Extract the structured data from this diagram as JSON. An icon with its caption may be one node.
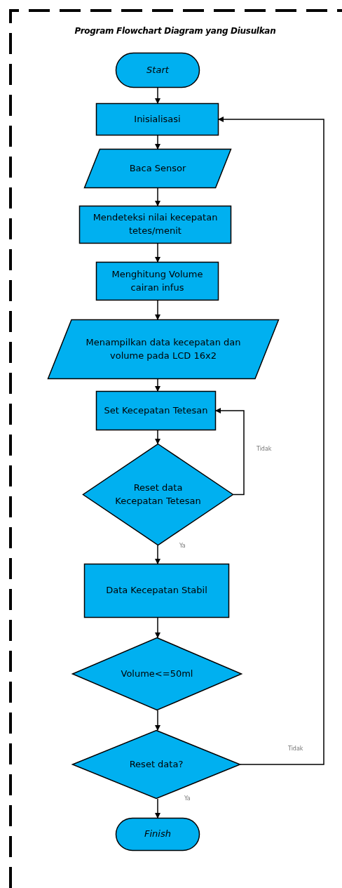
{
  "diagram": {
    "title": "Program Flowchart Diagram yang Diusulkan",
    "nodes": [
      {
        "text": [
          "Start"
        ]
      },
      {
        "text": [
          "Inisialisasi"
        ]
      },
      {
        "text": [
          "Baca Sensor"
        ]
      },
      {
        "text": [
          "Mendeteksi nilai kecepatan tetes/menit"
        ]
      },
      {
        "text": [
          "Menghitung Volume cairan infus"
        ]
      },
      {
        "text": [
          "Menampilkan data kecepatan dan volume pada LCD 16x2"
        ]
      },
      {
        "text": [
          "Set Kecepatan Tetesan"
        ]
      },
      {
        "text": [
          "Reset data Kecepatan Tetesan"
        ]
      },
      {
        "text": [
          "Data Kecepatan Stabil"
        ]
      },
      {
        "text": [
          "Volume<=50ml"
        ]
      },
      {
        "text": [
          "Reset data?"
        ]
      },
      {
        "text": [
          "Finish"
        ]
      }
    ],
    "edges": [
      {
        "from": 0,
        "to": 1,
        "arrow": "to"
      },
      {
        "from": 1,
        "to": 2,
        "arrow": "to"
      },
      {
        "from": 2,
        "to": 3,
        "arrow": "to"
      },
      {
        "from": 3,
        "to": 4,
        "arrow": "to"
      },
      {
        "from": 4,
        "to": 5,
        "arrow": "to"
      },
      {
        "from": 5,
        "to": 6,
        "arrow": "to"
      },
      {
        "from": 6,
        "to": 7,
        "arrow": "to"
      },
      {
        "from": 7,
        "to": 8,
        "arrow": "to",
        "label": "Ya"
      },
      {
        "from": 7,
        "to": 6,
        "arrow": "to",
        "label": "Tidak"
      },
      {
        "from": 8,
        "to": 9,
        "arrow": "to"
      },
      {
        "from": 9,
        "to": 10,
        "arrow": "to"
      },
      {
        "from": 10,
        "to": 11,
        "arrow": "to",
        "label": "Ya"
      },
      {
        "from": 10,
        "to": 1,
        "arrow": "to",
        "label": "Tidak"
      }
    ]
  }
}
